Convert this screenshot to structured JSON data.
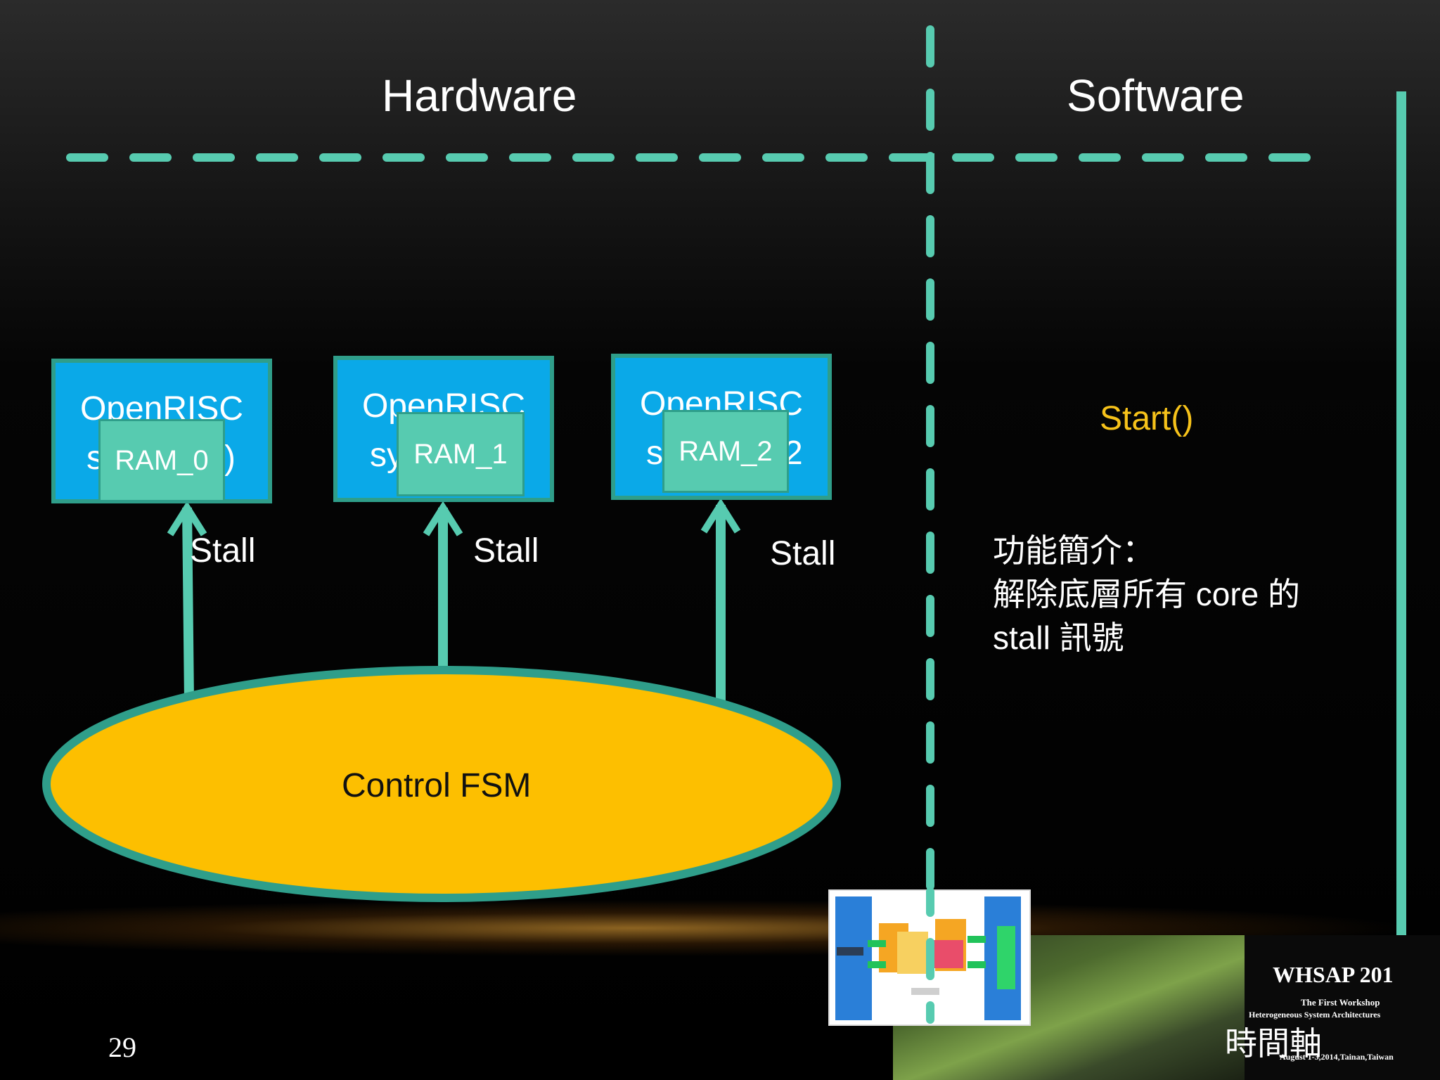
{
  "headings": {
    "hardware": "Hardware",
    "software": "Software"
  },
  "cores": [
    {
      "line1": "OpenRISC",
      "line2": "s",
      "line2_end": ")",
      "ram": "RAM_0"
    },
    {
      "line1": "OpenRISC",
      "line2": "sy",
      "line2_end": "",
      "ram": "RAM_1"
    },
    {
      "line1": "OpenRISC",
      "line2": "s",
      "line2_end": "2",
      "ram": "RAM_2"
    }
  ],
  "stall_labels": [
    "Stall",
    "Stall",
    "Stall"
  ],
  "fsm": {
    "label": "Control FSM"
  },
  "software": {
    "start_call": "Start()",
    "description_lines": [
      "功能簡介：",
      "解除底層所有 core 的",
      "stall 訊號"
    ]
  },
  "timeline_label": "時間軸",
  "page_number": "29",
  "logo": {
    "title": "WHSAP 201",
    "sub1": "The First Workshop",
    "sub2": "Heterogeneous System Architectures",
    "sub3": "August 1-3,2014,Tainan,Taiwan"
  },
  "colors": {
    "accent_teal": "#57cbb0",
    "core_blue": "#0aa9e8",
    "fsm_yellow": "#fdbf00",
    "start_yellow": "#f6c21a"
  }
}
